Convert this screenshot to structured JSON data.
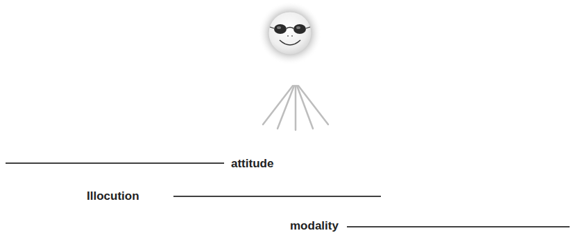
{
  "diagram": {
    "labels": [
      "attitude",
      "Illocution",
      "modality"
    ]
  }
}
